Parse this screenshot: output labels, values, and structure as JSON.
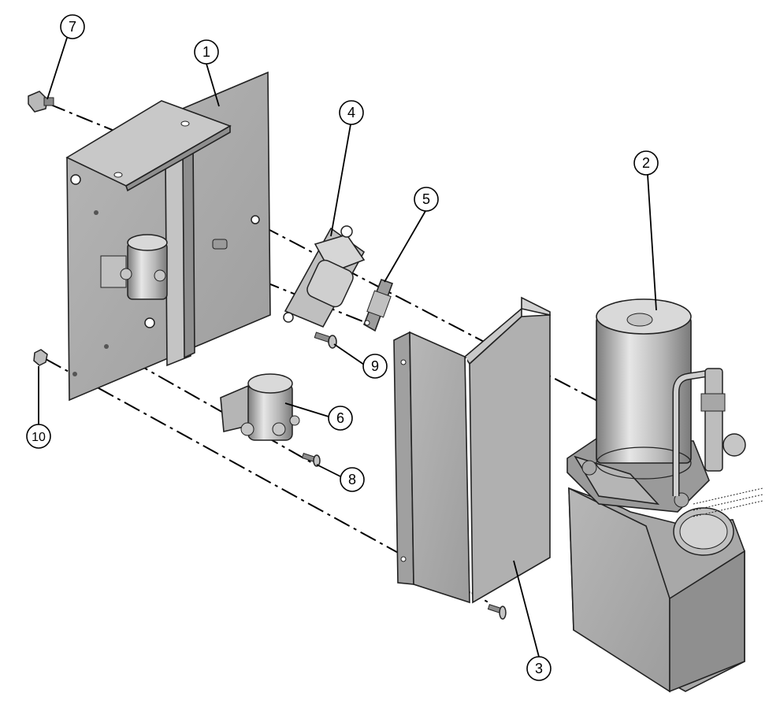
{
  "callouts": [
    {
      "id": "1",
      "label": "1"
    },
    {
      "id": "2",
      "label": "2"
    },
    {
      "id": "3",
      "label": "3"
    },
    {
      "id": "4",
      "label": "4"
    },
    {
      "id": "5",
      "label": "5"
    },
    {
      "id": "6",
      "label": "6"
    },
    {
      "id": "7",
      "label": "7"
    },
    {
      "id": "8",
      "label": "8"
    },
    {
      "id": "9",
      "label": "9"
    },
    {
      "id": "10",
      "label": "10"
    }
  ],
  "colors": {
    "metal": "#a9a9a9",
    "metal_light": "#d2d2d2",
    "metal_dark": "#7d7d7d",
    "outline": "#222222"
  }
}
